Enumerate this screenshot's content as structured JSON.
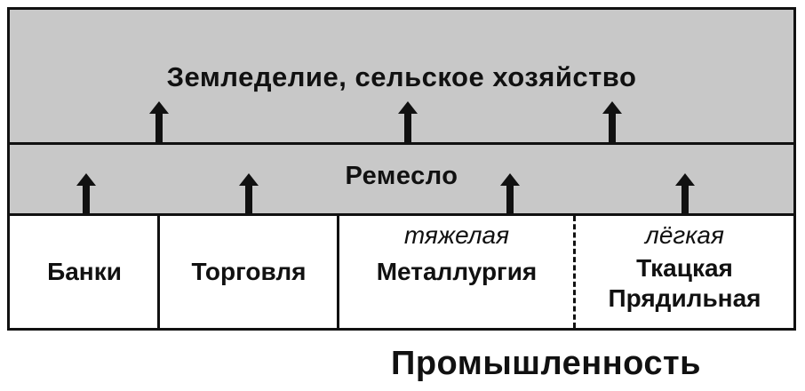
{
  "levels": {
    "top": {
      "label": "Земледелие, сельское хозяйство"
    },
    "middle": {
      "label": "Ремесло"
    }
  },
  "cells": [
    {
      "main": "Банки",
      "sub": ""
    },
    {
      "main": "Торговля",
      "sub": ""
    },
    {
      "main": "Металлургия",
      "sub": "тяжелая"
    },
    {
      "main": "Ткацкая\nПрядильная",
      "sub": "лёгкая"
    }
  ],
  "footer": "Промышленность",
  "colors": {
    "gray_band": "#c8c8c8",
    "line": "#111111"
  },
  "icons": [
    "arrow-up-icon"
  ]
}
